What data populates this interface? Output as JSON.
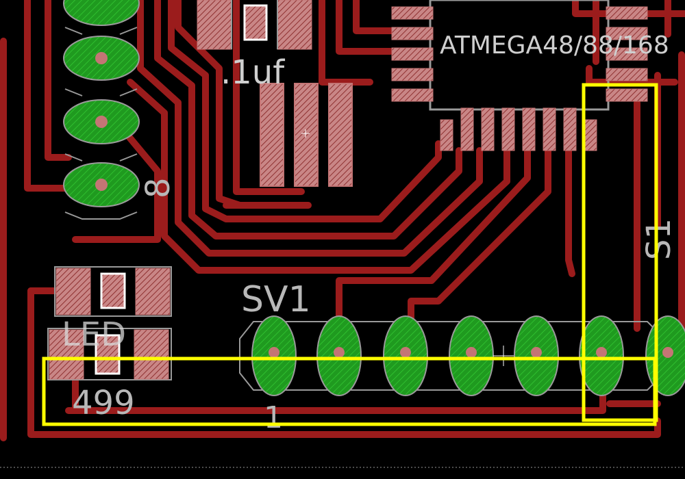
{
  "board": {
    "labels": {
      "ic": "ATMEGA48/88/168",
      "cap": ".1uf",
      "header_count": "8",
      "sv": "SV1",
      "s1": "S1",
      "led": "LED",
      "res": "499",
      "pin1": "1"
    }
  },
  "colors": {
    "background": "#000000",
    "trace": "#9b1c1c",
    "pad_red": "#c47575",
    "via_green": "#1f9a1f",
    "silkscreen": "#b8b8b8",
    "highlight": "#ffff00"
  }
}
